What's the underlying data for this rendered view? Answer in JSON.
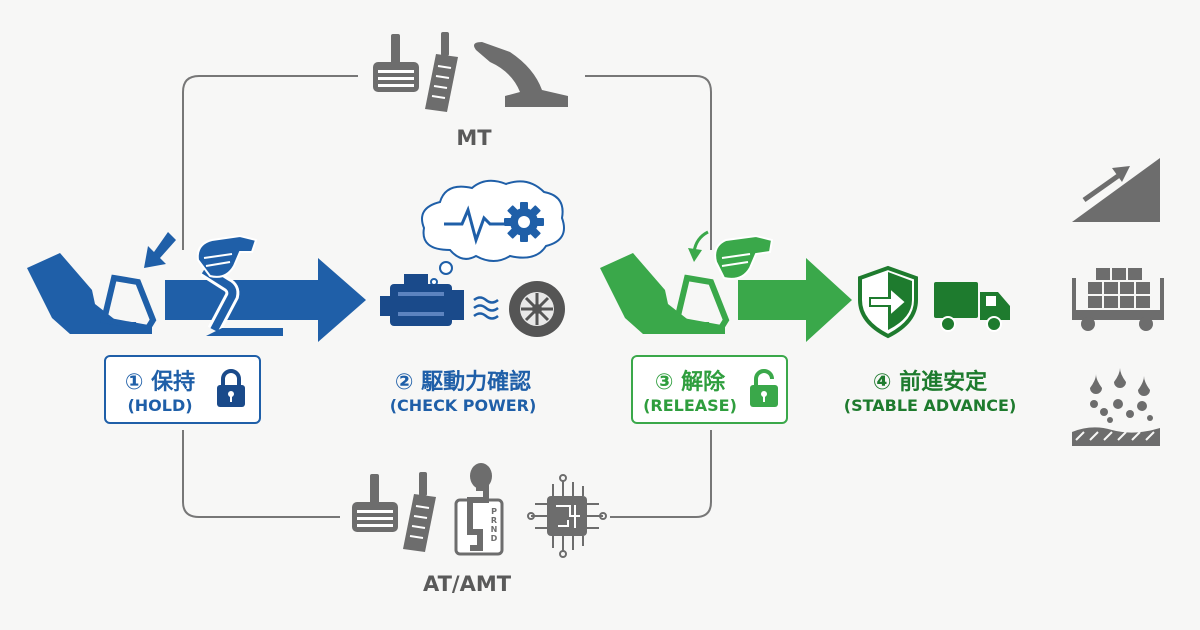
{
  "modes": {
    "manual": "MT",
    "automatic": "AT/AMT"
  },
  "steps": [
    {
      "title": "① 保持",
      "subtitle": "(HOLD)"
    },
    {
      "title": "② 駆動力確認",
      "subtitle": "(CHECK POWER)"
    },
    {
      "title": "③ 解除",
      "subtitle": "(RELEASE)"
    },
    {
      "title": "④ 前進安定",
      "subtitle": "(STABLE ADVANCE)"
    }
  ],
  "shifter_letters": "P R N D",
  "colors": {
    "blue": "#1f5fa8",
    "dark_blue": "#1a4a8a",
    "green": "#3aa84a",
    "dark_green": "#1e7b2e",
    "gray": "#6d6d6d"
  },
  "icons": [
    "clutch-pedal-icon",
    "accelerator-pedal-icon",
    "handbrake-icon",
    "foot-on-pedal-icon",
    "hand-on-lever-icon",
    "engine-icon",
    "gear-icon",
    "wheel-icon",
    "shield-arrow-icon",
    "truck-icon",
    "lock-icon",
    "unlock-icon",
    "uphill-slope-icon",
    "loaded-cargo-icon",
    "rough-road-icon",
    "gear-shifter-icon",
    "chip-icon"
  ]
}
